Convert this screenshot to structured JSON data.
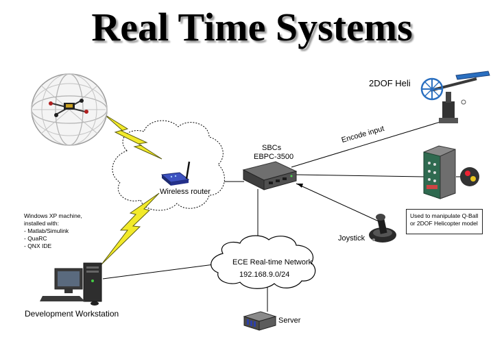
{
  "title": "Real Time Systems",
  "nodes": {
    "heli": "2DOF Heli",
    "sbcs_line1": "SBCs",
    "sbcs_line2": "EBPC-3500",
    "router": "Wireless router",
    "joystick": "Joystick",
    "network_line1": "ECE Real-time Network",
    "network_line2": "192.168.9.0/24",
    "workstation": "Development Workstation",
    "server": "Server"
  },
  "edge_labels": {
    "encode": "Encode input"
  },
  "windows_note": {
    "line1": "Windows XP machine,",
    "line2": "installed with:",
    "items": [
      " - Matlab/Simulink",
      " - QuaRC",
      " - QNX IDE"
    ]
  },
  "joystick_note": {
    "line1": "Used to manipulate Q-Ball",
    "line2": "or 2DOF Helicopter model"
  },
  "colors": {
    "lightning": "#f2ea2a",
    "router_blue": "#2c3fa8",
    "heli_blue": "#2a6fc0",
    "panel_green": "#3b7d5a"
  },
  "icons": [
    "qball-icon",
    "heli-icon",
    "sbc-icon",
    "router-icon",
    "control-panel-icon",
    "joystick-icon",
    "workstation-icon",
    "server-icon"
  ]
}
